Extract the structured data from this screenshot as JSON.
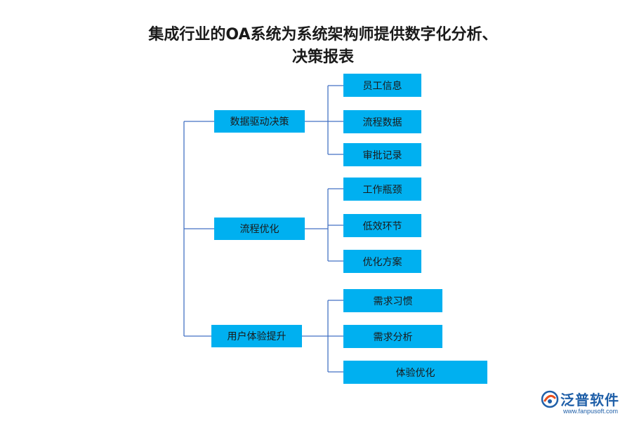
{
  "diagram": {
    "title_line1": "集成行业的OA系统为系统架构师提供数字化分析、",
    "title_line2": "决策报表",
    "branches": [
      {
        "label": "数据驱动决策",
        "children": [
          "员工信息",
          "流程数据",
          "审批记录"
        ]
      },
      {
        "label": "流程优化",
        "children": [
          "工作瓶颈",
          "低效环节",
          "优化方案"
        ]
      },
      {
        "label": "用户体验提升",
        "children": [
          "需求习惯",
          "需求分析",
          "体验优化"
        ]
      }
    ],
    "colors": {
      "node_fill": "#00b0f0",
      "line": "#4472c4",
      "logo": "#1f5fa8"
    }
  },
  "watermark": {
    "brand": "泛普软件",
    "url": "www.fanpusoft.com"
  }
}
